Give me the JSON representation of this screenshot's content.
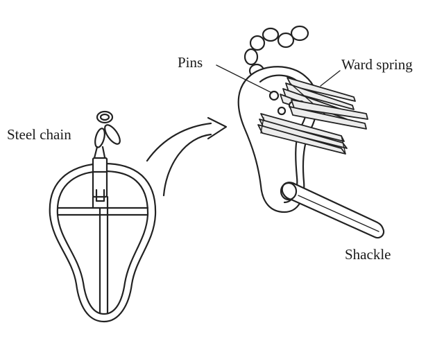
{
  "diagram": {
    "labels": {
      "steel_chain": "Steel chain",
      "pins": "Pins",
      "ward_spring": "Ward spring",
      "shackle": "Shackle"
    },
    "icons": [
      "padlock-key-icon",
      "curved-arrow-icon",
      "open-padlock-icon",
      "chain-icon"
    ],
    "colors": {
      "ink": "#222222",
      "background": "#ffffff"
    }
  }
}
